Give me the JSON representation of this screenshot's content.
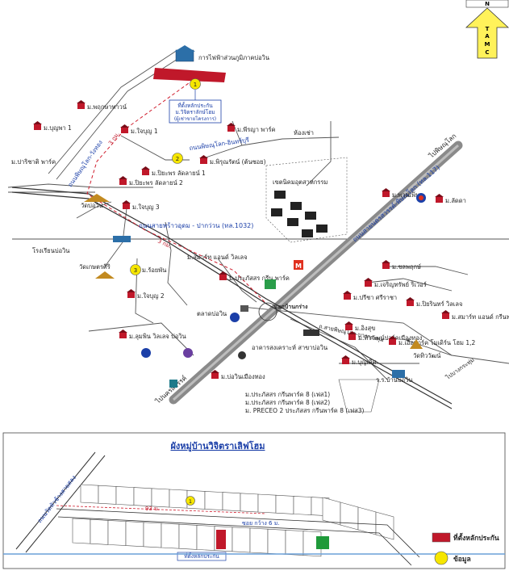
{
  "compass": {
    "title": "N",
    "letters": [
      "T",
      "A",
      "M",
      "C"
    ]
  },
  "roads": {
    "main_highway": "ถนนสายนครสวรรค์-พิษณุโลก (ทล.117)",
    "ring_road": "ถนนสายพร้าวอุดม - ปากว่วน (ทล.1032)",
    "north_road": "ถนนพิษณุโลก-วังทอง",
    "side_road": "ถ.สายพิษณุโลก-บางกระทุ่ม",
    "to_phitsanulok": "ไปพิษณุโลก",
    "to_nakhonsawan": "ไปนครสวรรค์",
    "to_bangkrathum": "ไปบางกระทุ่ม",
    "dist_upper": "3 กม.",
    "dist_mid": "3 กม.",
    "junction": "แยกบ้านกร่าง",
    "rail_road": "ถนนพิษณุโลก-อินทร์บุรี"
  },
  "places": [
    {
      "id": "p1",
      "label": "การไฟฟ้าส่วนภูมิภาคบ่อวิน"
    },
    {
      "id": "p2",
      "label": "ม.พฤกษาทาวน์"
    },
    {
      "id": "p3",
      "label": "ม.บุญพา 1"
    },
    {
      "id": "p4",
      "label": "ม.ปาริชาติ พาร์ค"
    },
    {
      "id": "p5",
      "label": "ม.ปิยะพร ลัดลายน์ 1"
    },
    {
      "id": "p6",
      "label": "ม.ปิยะพร ลัดลายน์ 2"
    },
    {
      "id": "p7",
      "label": "ม.ใจบุญ 3"
    },
    {
      "id": "p8",
      "label": "วัดบ่อวิน"
    },
    {
      "id": "p9",
      "label": "ม.พีรญา พาร์ค"
    },
    {
      "id": "p10",
      "label": "ม.พิรุณรัตน์ (ต้นซอย)"
    },
    {
      "id": "p11",
      "label": "ห้องเช่า"
    },
    {
      "id": "p12",
      "label": "เขตนิคมอุตสาหกรรม"
    },
    {
      "id": "p13",
      "label": "ม.พานเพิ่ม"
    },
    {
      "id": "p14",
      "label": "ม.ลัดดา"
    },
    {
      "id": "p15",
      "label": "โรงเรียนบ่อวิน"
    },
    {
      "id": "p16",
      "label": "วัดเกษตรศิริ"
    },
    {
      "id": "p17",
      "label": "ม.ร้อยพัน"
    },
    {
      "id": "p18",
      "label": "ม.สมาร์ท แอนด์ วิลเลจ"
    },
    {
      "id": "p19",
      "label": "ม.ประภัสสร กรีน พาร์ค"
    },
    {
      "id": "p20",
      "label": "ม.ใจบุญ 2"
    },
    {
      "id": "p21",
      "label": "ตลาดบ่อวิน"
    },
    {
      "id": "p22",
      "label": "ม.ชลพฤกษ์"
    },
    {
      "id": "p23",
      "label": "ม.เจริญทรัพย์ ริเวอร์"
    },
    {
      "id": "p24",
      "label": "ม.ปรีชา ศรีราชา"
    },
    {
      "id": "p25",
      "label": "ม.ปิยรินทร์ วิลเลจ"
    },
    {
      "id": "p26",
      "label": "ม.สมาร์ท แอนด์ กรีนพาร์ค"
    },
    {
      "id": "p27",
      "label": "ม.อิงสุข"
    },
    {
      "id": "p28",
      "label": "ม.ทิววัฒน์ปาร์คเมืองทอง"
    },
    {
      "id": "p29",
      "label": "ม.บุญเลิศ"
    },
    {
      "id": "p30",
      "label": "ม.เอื้อพาร์ค โมเดิร์น โฮม 1,2"
    },
    {
      "id": "p31",
      "label": "วัดทิววัฒน์"
    },
    {
      "id": "p32",
      "label": "ม.ลุมพิน วิลเลจ บ่อวิน"
    },
    {
      "id": "p33",
      "label": "ม.บ่อวินเมืองทอง"
    },
    {
      "id": "p34",
      "label": "อาคารสงเคราะห์ สาขาบ่อวิน"
    },
    {
      "id": "p35",
      "label": "ร.ร.บ้านบ่อวิน"
    },
    {
      "id": "p36",
      "label": "ม.ประภัสสร กรีนพาร์ค 8 (เฟส1)"
    },
    {
      "id": "p37",
      "label": "ม.ประภัสสร กรีนพาร์ค 8 (เฟส2)"
    },
    {
      "id": "p38",
      "label": "ม. PRECEO 2 ประภัสสร กรีนพาร์ค 8 (เฟส3)"
    },
    {
      "id": "p39",
      "label": "ม.ใจบุญ 1"
    }
  ],
  "site_box": {
    "line1": "ที่ตั้งหลักประกัน",
    "line2": "ม.วิจิตราลักษ์โฮม",
    "line3": "(ผู้เช่าขายโครงการ)"
  },
  "callouts": {
    "one": "1",
    "two": "2",
    "three": "3"
  },
  "inset": {
    "title": "ผังหมู่บ้านวิจิตราเลิฟโฮม",
    "road_label": "ถนนวัดหัวช้างสายสลง",
    "dist": "93 ม.",
    "width_label": "ซอย กว้าง 6 ม.",
    "site_label": "ที่ตั้งหลักประกัน",
    "marker": "1"
  },
  "legend": {
    "site": "ที่ตั้งหลักประกัน",
    "info": "ข้อมูล"
  },
  "colors": {
    "road": "#8a8a8a",
    "site_red": "#c0182a",
    "info_yellow": "#f6e600",
    "text_blue": "#1b3fa8",
    "inset_bg": "#ffffff",
    "green_bldg": "#1f9a3a"
  }
}
